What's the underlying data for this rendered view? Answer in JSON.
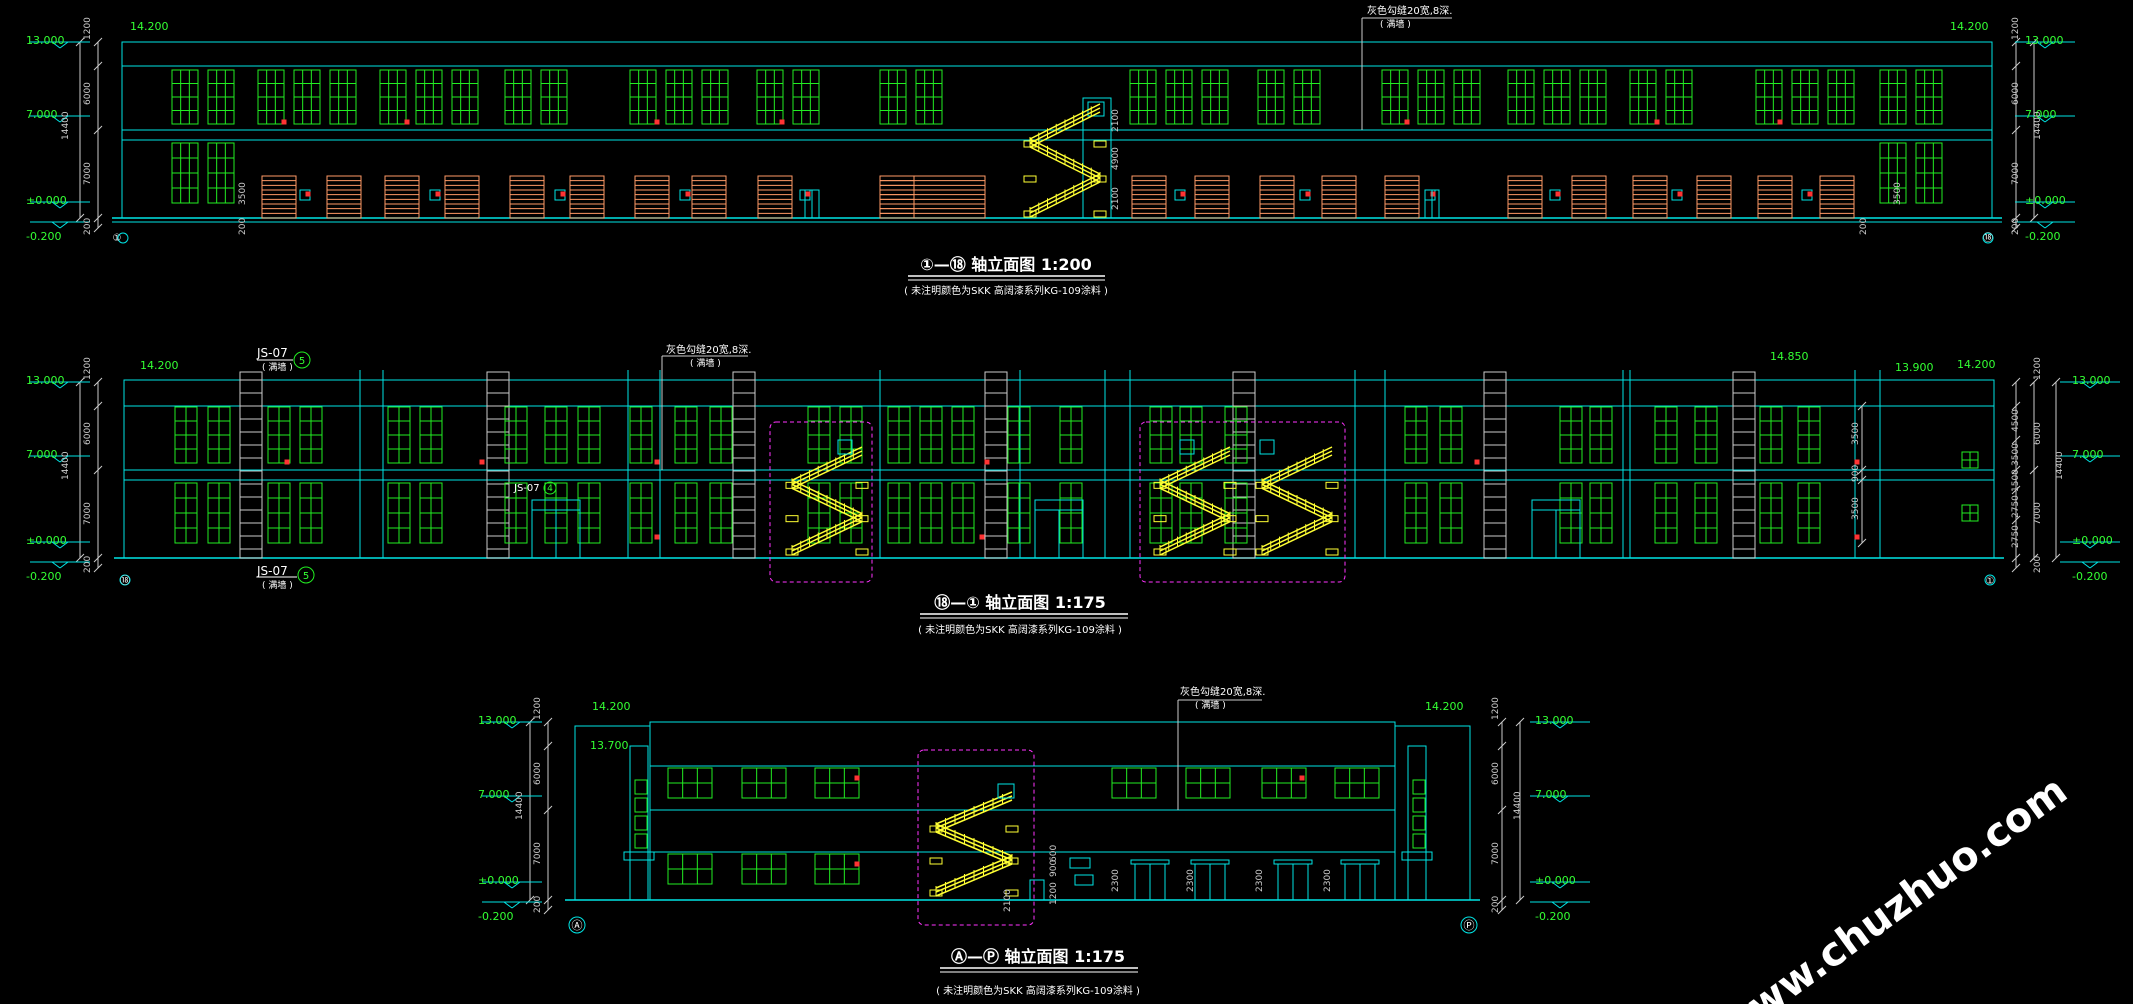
{
  "colors": {
    "background": "#000000",
    "outline": "#00e5e5",
    "window": "#22ee22",
    "text_level": "#33ff33",
    "text_white": "#ffffff",
    "door": "#ff9a66",
    "stair": "#ffff33",
    "dim": "#cccccc",
    "magenta": "#ff33ff",
    "red": "#ff3333",
    "watermark": "#ffffff"
  },
  "elevation1": {
    "title": "①—⑱ 轴立面图 1:200",
    "note": "( 未注明颜色为SKK 高阔漆系列KG-109涂料 )",
    "callout_main": "灰色勾缝20宽,8深.",
    "callout_sub": "( 满墙 )",
    "levels_left": [
      "13.000",
      "7.000",
      "±0.000",
      "-0.200"
    ],
    "levels_right": [
      "13.000",
      "7.000",
      "±0.000",
      "-0.200"
    ],
    "top_left": "14.200",
    "top_right": "14.200",
    "dims_left": [
      "1200",
      "6000",
      "14400",
      "7000",
      "200"
    ],
    "dims_right": [
      "1200",
      "6000",
      "14400",
      "7000",
      "200"
    ],
    "dims_mid": [
      "2100",
      "4900",
      "2100",
      "3500",
      "200",
      "3500",
      "200"
    ],
    "axis_left": "①",
    "axis_right": "⑱"
  },
  "elevation2": {
    "title": "⑱—① 轴立面图 1:175",
    "note": "( 未注明颜色为SKK 高阔漆系列KG-109涂料 )",
    "callout_main": "灰色勾缝20宽,8深.",
    "callout_sub": "( 满墙 )",
    "js_top": "JS-07",
    "js_top_sub": "( 满墙 )",
    "js_mid": "JS-07",
    "js_bottom": "JS-07",
    "js_bottom_sub": "( 满墙 )",
    "js_num": "5",
    "js_mid_num": "4",
    "levels_left": [
      "13.000",
      "7.000",
      "±0.000",
      "-0.200"
    ],
    "levels_right": [
      "13.000",
      "7.000",
      "±0.000",
      "-0.200"
    ],
    "top_left": "14.200",
    "top_mid": "14.850",
    "top_r1": "13.900",
    "top_r2": "14.200",
    "dims_left": [
      "1200",
      "6000",
      "14400",
      "7000",
      "200"
    ],
    "dims_right": [
      "1200",
      "4500",
      "6000",
      "3500",
      "1500",
      "2750",
      "14400",
      "7000",
      "2750",
      "200"
    ],
    "dims_inner": [
      "3500",
      "900",
      "3500"
    ],
    "axis_left": "⑱",
    "axis_right": "①"
  },
  "elevation3": {
    "title": "Ⓐ—Ⓟ 轴立面图 1:175",
    "note": "( 未注明颜色为SKK 高阔漆系列KG-109涂料 )",
    "callout_main": "灰色勾缝20宽,8深.",
    "callout_sub": "( 满墙 )",
    "levels_left": [
      "13.000",
      "7.000",
      "±0.000",
      "-0.200"
    ],
    "levels_right": [
      "13.000",
      "7.000",
      "±0.000",
      "-0.200"
    ],
    "top_left": "14.200",
    "top_left2": "13.700",
    "top_right": "14.200",
    "dims_left": [
      "1200",
      "6000",
      "14400",
      "7000",
      "200"
    ],
    "dims_right": [
      "1200",
      "6000",
      "14400",
      "7000",
      "200"
    ],
    "dims_bottom": [
      "2100",
      "1200",
      "900",
      "600",
      "2300",
      "2300",
      "2300",
      "2300"
    ],
    "axis_left": "Ⓐ",
    "axis_right": "Ⓟ"
  },
  "watermark": "www.chuzhuo.com"
}
